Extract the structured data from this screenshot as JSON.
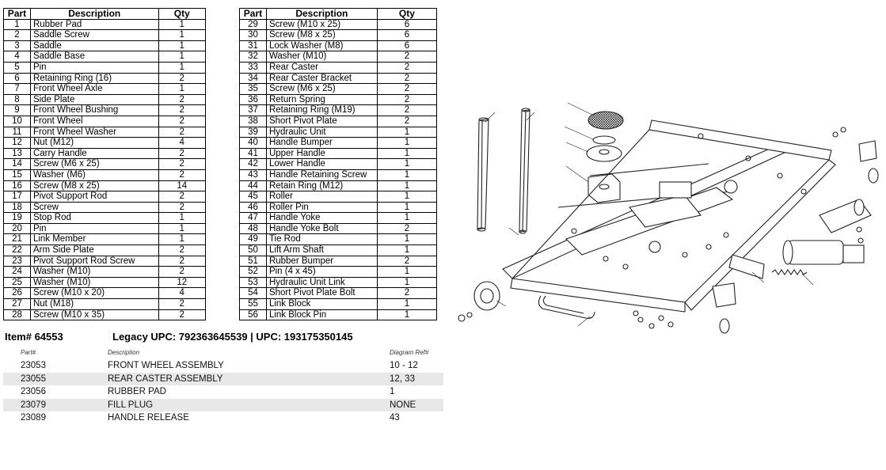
{
  "parts_left": {
    "headers": [
      "Part",
      "Description",
      "Qty"
    ],
    "rows": [
      [
        "1",
        "Rubber Pad",
        "1"
      ],
      [
        "2",
        "Saddle Screw",
        "1"
      ],
      [
        "3",
        "Saddle",
        "1"
      ],
      [
        "4",
        "Saddle Base",
        "1"
      ],
      [
        "5",
        "Pin",
        "1"
      ],
      [
        "6",
        "Retaining Ring (16)",
        "2"
      ],
      [
        "7",
        "Front Wheel Axle",
        "1"
      ],
      [
        "8",
        "Side Plate",
        "2"
      ],
      [
        "9",
        "Front Wheel Bushing",
        "2"
      ],
      [
        "10",
        "Front Wheel",
        "2"
      ],
      [
        "11",
        "Front Wheel Washer",
        "2"
      ],
      [
        "12",
        "Nut (M12)",
        "4"
      ],
      [
        "13",
        "Carry Handle",
        "2"
      ],
      [
        "14",
        "Screw (M6 x 25)",
        "2"
      ],
      [
        "15",
        "Washer (M6)",
        "2"
      ],
      [
        "16",
        "Screw (M8 x 25)",
        "14"
      ],
      [
        "17",
        "Pivot Support Rod",
        "2"
      ],
      [
        "18",
        "Screw",
        "2"
      ],
      [
        "19",
        "Stop Rod",
        "1"
      ],
      [
        "20",
        "Pin",
        "1"
      ],
      [
        "21",
        "Link Member",
        "1"
      ],
      [
        "22",
        "Arm Side Plate",
        "2"
      ],
      [
        "23",
        "Pivot Support Rod Screw",
        "2"
      ],
      [
        "24",
        "Washer (M10)",
        "2"
      ],
      [
        "25",
        "Washer (M10)",
        "12"
      ],
      [
        "26",
        "Screw (M10 x 20)",
        "4"
      ],
      [
        "27",
        "Nut (M18)",
        "2"
      ],
      [
        "28",
        "Screw (M10 x 35)",
        "2"
      ]
    ]
  },
  "parts_right": {
    "headers": [
      "Part",
      "Description",
      "Qty"
    ],
    "rows": [
      [
        "29",
        "Screw (M10 x 25)",
        "6"
      ],
      [
        "30",
        "Screw (M8 x 25)",
        "6"
      ],
      [
        "31",
        "Lock Washer (M8)",
        "6"
      ],
      [
        "32",
        "Washer (M10)",
        "2"
      ],
      [
        "33",
        "Rear Caster",
        "2"
      ],
      [
        "34",
        "Rear Caster Bracket",
        "2"
      ],
      [
        "35",
        "Screw (M6 x 25)",
        "2"
      ],
      [
        "36",
        "Return Spring",
        "2"
      ],
      [
        "37",
        "Retaining Ring (M19)",
        "2"
      ],
      [
        "38",
        "Short Pivot Plate",
        "2"
      ],
      [
        "39",
        "Hydraulic Unit",
        "1"
      ],
      [
        "40",
        "Handle Bumper",
        "1"
      ],
      [
        "41",
        "Upper Handle",
        "1"
      ],
      [
        "42",
        "Lower Handle",
        "1"
      ],
      [
        "43",
        "Handle Retaining Screw",
        "1"
      ],
      [
        "44",
        "Retain Ring (M12)",
        "1"
      ],
      [
        "45",
        "Roller",
        "1"
      ],
      [
        "46",
        "Roller Pin",
        "1"
      ],
      [
        "47",
        "Handle Yoke",
        "1"
      ],
      [
        "48",
        "Handle Yoke Bolt",
        "2"
      ],
      [
        "49",
        "Tie Rod",
        "1"
      ],
      [
        "50",
        "Lift Arm Shaft",
        "1"
      ],
      [
        "51",
        "Rubber Bumper",
        "2"
      ],
      [
        "52",
        "Pin (4 x 45)",
        "1"
      ],
      [
        "53",
        "Hydraulic Unit Link",
        "1"
      ],
      [
        "54",
        "Short Pivot Plate Bolt",
        "2"
      ],
      [
        "55",
        "Link Block",
        "1"
      ],
      [
        "56",
        "Link Block Pin",
        "1"
      ]
    ]
  },
  "item": {
    "number": "Item# 64553",
    "upc_line": "Legacy UPC:  792363645539   |   UPC:  193175350145"
  },
  "assemblies": {
    "headers": [
      "Part#",
      "Description",
      "Diagram Ref#"
    ],
    "rows": [
      [
        "23053",
        "FRONT WHEEL ASSEMBLY",
        "10 - 12"
      ],
      [
        "23055",
        "REAR CASTER ASSEMBLY",
        "12, 33"
      ],
      [
        "23056",
        "RUBBER PAD",
        "1"
      ],
      [
        "23079",
        "FILL PLUG",
        "NONE"
      ],
      [
        "23089",
        "HANDLE RELEASE",
        "43"
      ]
    ]
  },
  "diagram": {
    "icon": "exploded-floor-jack-diagram"
  }
}
